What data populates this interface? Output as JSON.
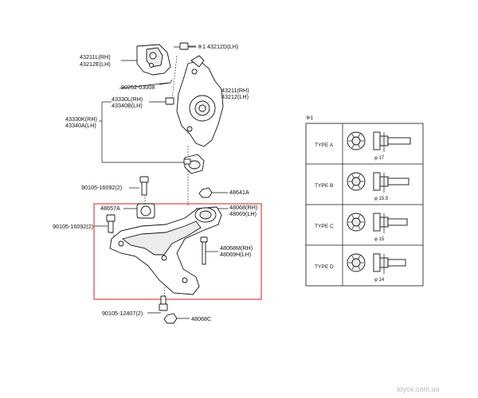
{
  "labels": {
    "p43211": "43211L(RH)",
    "p43212e": "43212E(LH)",
    "p43212d": "※1 43212D(LH)",
    "p90252": "90252-03008",
    "p43330": "43330L(RH)",
    "p43340": "43340B(LH)",
    "p43211b": "43211(RH)",
    "p43212b": "43212(LH)",
    "p43330k": "43330K(RH)",
    "p43340a": "43340A(LH)",
    "p90105a": "90105-16092(2)",
    "p48641": "48641A",
    "p48657": "48657A",
    "p48068": "48068(RH)",
    "p48069": "48069(LH)",
    "p90105b": "90105-16092(2)",
    "p48068m": "48068M(RH)",
    "p48069h": "48069H(LH)",
    "p90105c": "90105-12407(2)",
    "p48068c": "48068C"
  },
  "types_table": {
    "header": "※1",
    "rows": [
      {
        "type": "TYPE A",
        "dim": "φ 17"
      },
      {
        "type": "TYPE B",
        "dim": "φ 15.9"
      },
      {
        "type": "TYPE C",
        "dim": "φ 15"
      },
      {
        "type": "TYPE D",
        "dim": "φ 14"
      }
    ]
  },
  "watermark": "toyox.com.ua",
  "colors": {
    "highlight_box": "#e0303a",
    "line": "#111111"
  }
}
